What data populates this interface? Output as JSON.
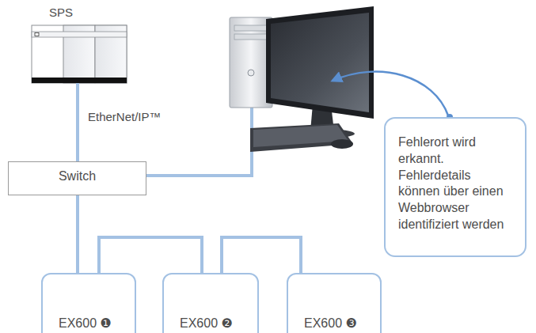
{
  "diagram": {
    "nodes": [
      {
        "text": [
          "SPS"
        ]
      },
      {
        "text": [
          "Fehlerort wird erkannt. Fehlerdetails können über einen Webbrowser identifiziert werden"
        ]
      },
      {
        "text": [
          "Switch"
        ]
      },
      {
        "text": [
          "EX600 ❶"
        ]
      },
      {
        "text": [
          "EX600 ❷"
        ]
      },
      {
        "text": [
          "EX600 ❸"
        ]
      }
    ],
    "edges": [
      {
        "from": 0,
        "to": 2,
        "arrow": "none",
        "label": "EtherNet/IP™"
      },
      {
        "from": 2,
        "to": 3,
        "arrow": "none"
      },
      {
        "from": 3,
        "to": 4,
        "arrow": "none"
      },
      {
        "from": 4,
        "to": 5,
        "arrow": "none"
      }
    ]
  }
}
